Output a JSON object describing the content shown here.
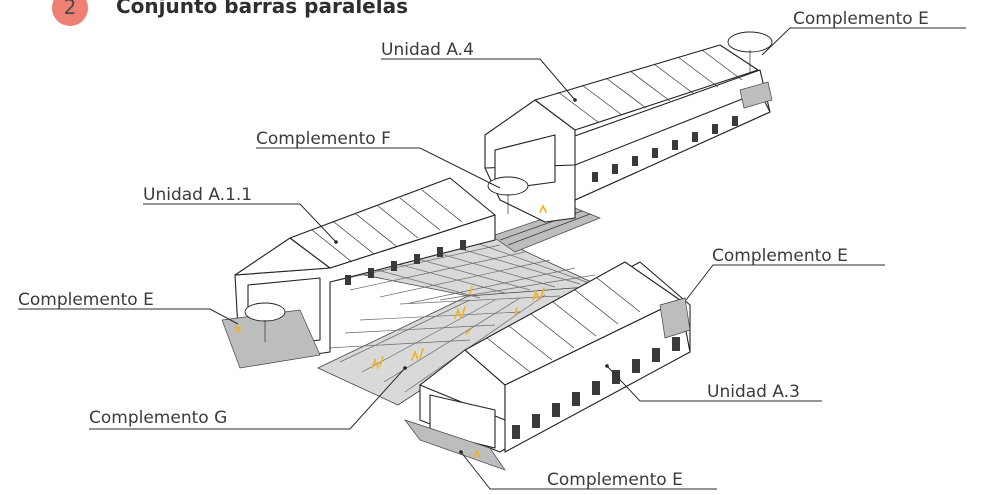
{
  "header": {
    "number": "2",
    "title": "Conjunto barras paralelas"
  },
  "colors": {
    "badge": "#ef7f73",
    "figures": "#f0b323",
    "plaza": "#d9d9d9",
    "lines": "#222222"
  },
  "labels": {
    "complemento_e_top": "Complemento E",
    "unidad_a4": "Unidad A.4",
    "complemento_f": "Complemento F",
    "unidad_a11": "Unidad A.1.1",
    "complemento_e_right": "Complemento E",
    "complemento_e_left": "Complemento E",
    "unidad_a3": "Unidad A.3",
    "complemento_g": "Complemento  G",
    "complemento_e_bottom": "Complemento E"
  },
  "icons": [
    "tree-icon",
    "person-figure-icon",
    "bench-icon"
  ]
}
